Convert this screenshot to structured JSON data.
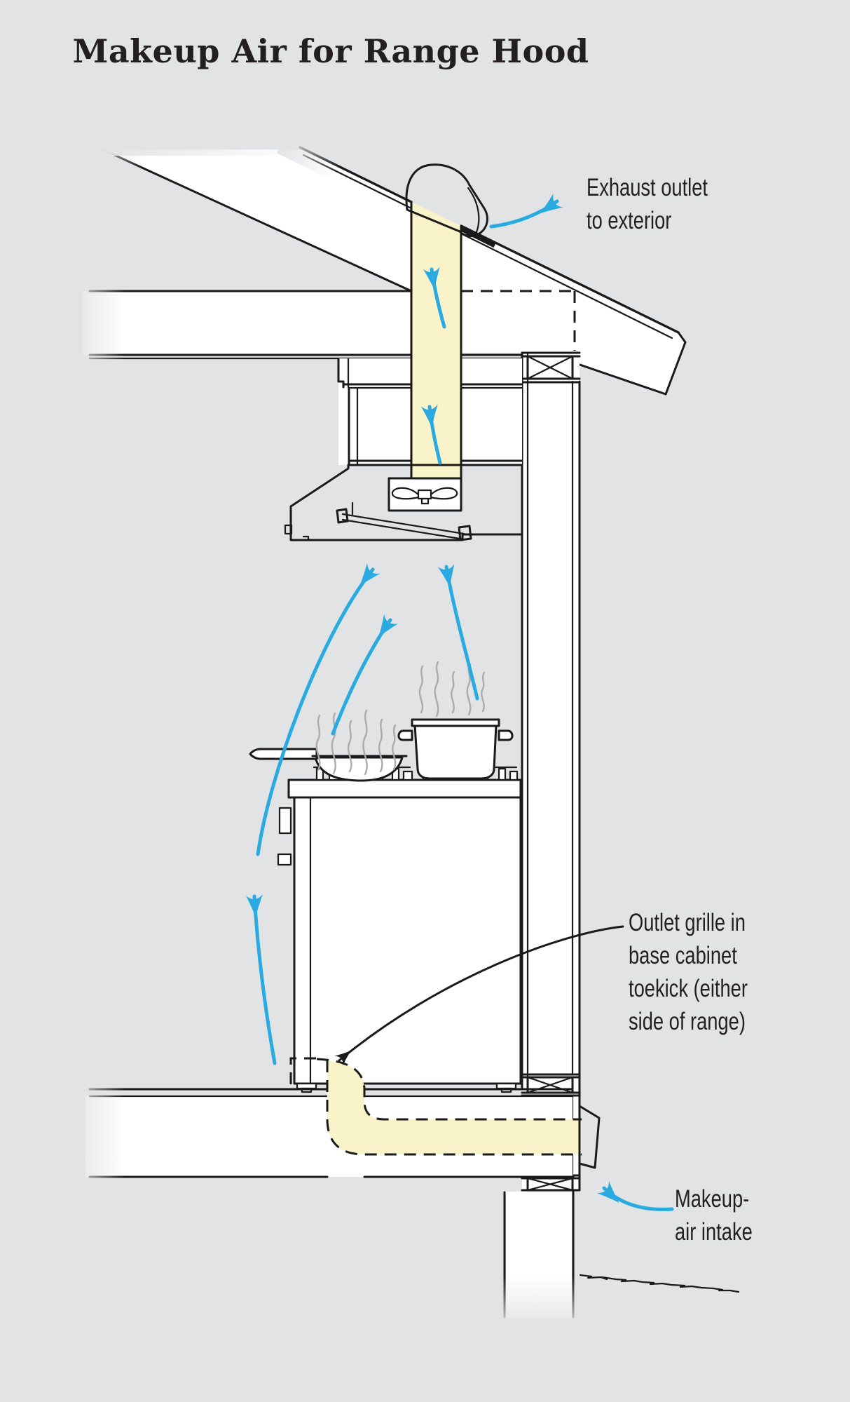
{
  "title": "Makeup Air for Range Hood",
  "labels": {
    "exhaust": {
      "lines": [
        "Exhaust outlet",
        "to exterior"
      ]
    },
    "outlet_grille": {
      "lines": [
        "Outlet grille in",
        "base cabinet",
        "toekick (either",
        "side of range)"
      ]
    },
    "makeup_intake": {
      "lines": [
        "Makeup-",
        "air intake"
      ]
    }
  },
  "colors": {
    "background": "#e2e3e5",
    "line": "#1a1a1a",
    "duct_fill": "#f8f3c9",
    "airflow_blue": "#29abe2",
    "steam_gray": "#a9abad",
    "white": "#ffffff",
    "text": "#231f20"
  },
  "icons": {
    "airflow_arrow": "curved-blue-arrow",
    "leader_arrow": "black-curved-leader-arrow",
    "fan": "butterfly-fan-symbol",
    "blocking": "x-braced-framing-block"
  }
}
